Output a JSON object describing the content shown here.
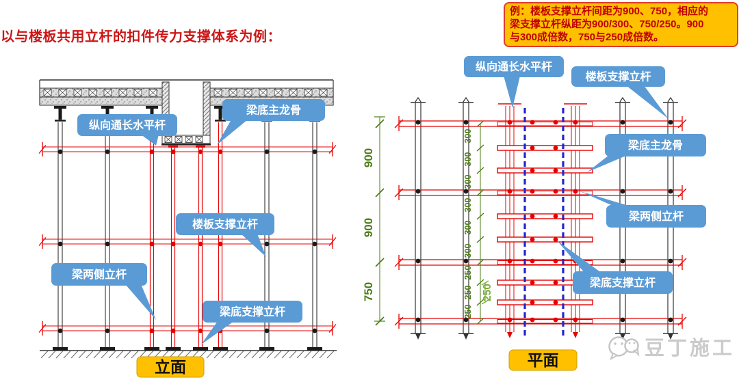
{
  "title": "以与楼板共用立杆的扣件传力支撑体系为例：",
  "note": {
    "lines": [
      "例：楼板支撑立杆间距为900、750，相应的",
      "梁支撑立杆纵距为900/300、750/250。900",
      "与300成倍数，750与250成倍数。"
    ]
  },
  "elevation": {
    "label": "立面",
    "callouts": {
      "longitudinal_rail": "纵向通长水平杆",
      "beam_bottom_keel": "梁底主龙骨",
      "slab_post": "楼板支撑立杆",
      "beam_side_post": "梁两侧立杆",
      "beam_bottom_post": "梁底支撑立杆"
    }
  },
  "plan": {
    "label": "平面",
    "callouts": {
      "longitudinal_rail": "纵向通长水平杆",
      "slab_post": "楼板支撑立杆",
      "beam_bottom_keel": "梁底主龙骨",
      "beam_side_post": "梁两侧立杆",
      "beam_bottom_post": "梁底支撑立杆"
    },
    "dims": {
      "left": [
        "900",
        "900",
        "750"
      ],
      "chain": [
        "300",
        "300",
        "300",
        "300",
        "300",
        "300",
        "250",
        "250",
        "250"
      ],
      "inner": "250"
    }
  },
  "watermark": {
    "text": "豆丁施工"
  },
  "colors": {
    "line_red": "#e60000",
    "note_bg": "#FFC000",
    "callout_blue": "#5B9BD5",
    "dim_green": "#4d7d16",
    "beam_edge_blue": "#2323cf",
    "title_red": "#cc1616"
  }
}
